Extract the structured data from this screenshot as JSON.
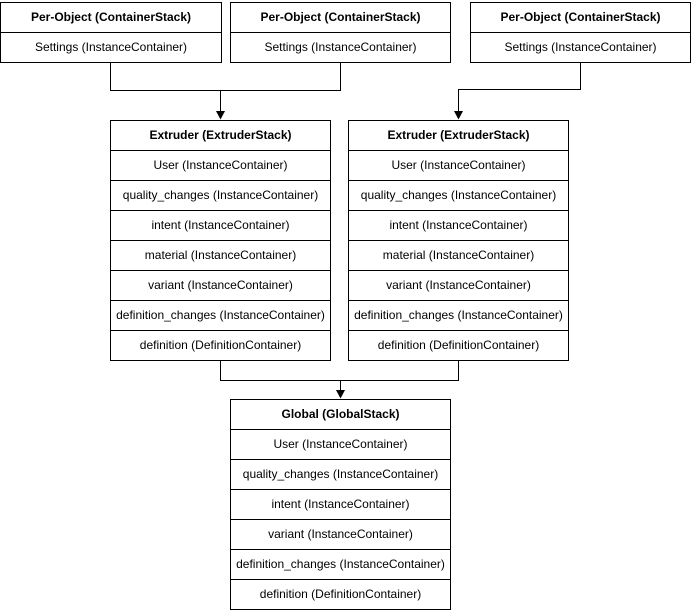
{
  "colors": {
    "line": "#000000",
    "text": "#000000",
    "background": "#ffffff"
  },
  "boxes": {
    "per_object_1": {
      "title": "Per-Object (ContainerStack)",
      "rows": [
        "Settings (InstanceContainer)"
      ]
    },
    "per_object_2": {
      "title": "Per-Object (ContainerStack)",
      "rows": [
        "Settings (InstanceContainer)"
      ]
    },
    "per_object_3": {
      "title": "Per-Object (ContainerStack)",
      "rows": [
        "Settings (InstanceContainer)"
      ]
    },
    "extruder_1": {
      "title": "Extruder (ExtruderStack)",
      "rows": [
        "User (InstanceContainer)",
        "quality_changes (InstanceContainer)",
        "intent (InstanceContainer)",
        "material (InstanceContainer)",
        "variant (InstanceContainer)",
        "definition_changes (InstanceContainer)",
        "definition (DefinitionContainer)"
      ]
    },
    "extruder_2": {
      "title": "Extruder (ExtruderStack)",
      "rows": [
        "User (InstanceContainer)",
        "quality_changes (InstanceContainer)",
        "intent (InstanceContainer)",
        "material (InstanceContainer)",
        "variant (InstanceContainer)",
        "definition_changes (InstanceContainer)",
        "definition (DefinitionContainer)"
      ]
    },
    "global_stack": {
      "title": "Global (GlobalStack)",
      "rows": [
        "User (InstanceContainer)",
        "quality_changes (InstanceContainer)",
        "intent (InstanceContainer)",
        "variant (InstanceContainer)",
        "definition_changes (InstanceContainer)",
        "definition (DefinitionContainer)"
      ]
    }
  }
}
